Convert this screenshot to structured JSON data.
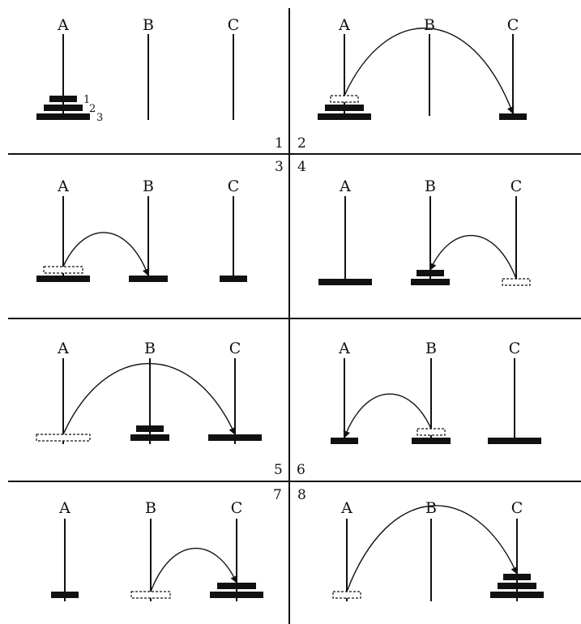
{
  "colors": {
    "ink": "#111111",
    "background": "#ffffff"
  },
  "peg_labels": [
    "A",
    "B",
    "C"
  ],
  "disk_number_labels": [
    "1",
    "2",
    "3"
  ],
  "steps": [
    {
      "number": "1",
      "stacks": {
        "A": [
          1,
          2,
          3
        ],
        "B": [],
        "C": []
      },
      "ghost": null,
      "move": null
    },
    {
      "number": "2",
      "stacks": {
        "A": [
          2,
          3
        ],
        "B": [],
        "C": [
          1
        ]
      },
      "ghost": {
        "peg": "A",
        "disk": 1
      },
      "move": {
        "from": "A",
        "to": "C",
        "disk": 1
      }
    },
    {
      "number": "3",
      "stacks": {
        "A": [
          3
        ],
        "B": [
          2
        ],
        "C": [
          1
        ]
      },
      "ghost": {
        "peg": "A",
        "disk": 2
      },
      "move": {
        "from": "A",
        "to": "B",
        "disk": 2
      }
    },
    {
      "number": "4",
      "stacks": {
        "A": [
          3
        ],
        "B": [
          1,
          2
        ],
        "C": []
      },
      "ghost": {
        "peg": "C",
        "disk": 1
      },
      "move": {
        "from": "C",
        "to": "B",
        "disk": 1
      }
    },
    {
      "number": "5",
      "stacks": {
        "A": [],
        "B": [
          1,
          2
        ],
        "C": [
          3
        ]
      },
      "ghost": {
        "peg": "A",
        "disk": 3
      },
      "move": {
        "from": "A",
        "to": "C",
        "disk": 3
      }
    },
    {
      "number": "6",
      "stacks": {
        "A": [
          1
        ],
        "B": [
          2
        ],
        "C": [
          3
        ]
      },
      "ghost": {
        "peg": "B",
        "disk": 1
      },
      "move": {
        "from": "B",
        "to": "A",
        "disk": 1
      }
    },
    {
      "number": "7",
      "stacks": {
        "A": [
          1
        ],
        "B": [],
        "C": [
          2,
          3
        ]
      },
      "ghost": {
        "peg": "B",
        "disk": 2
      },
      "move": {
        "from": "B",
        "to": "C",
        "disk": 2
      }
    },
    {
      "number": "8",
      "stacks": {
        "A": [],
        "B": [],
        "C": [
          1,
          2,
          3
        ]
      },
      "ghost": {
        "peg": "A",
        "disk": 1
      },
      "move": {
        "from": "A",
        "to": "C",
        "disk": 1
      }
    }
  ]
}
